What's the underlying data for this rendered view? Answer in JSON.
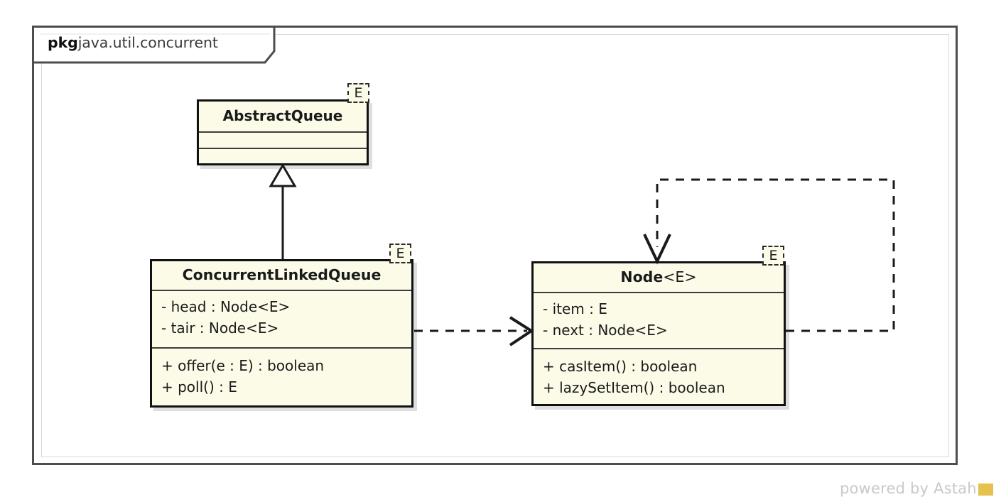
{
  "diagram": {
    "type": "uml-class-diagram",
    "package": {
      "keyword": "pkg",
      "name": "java.util.concurrent"
    },
    "classes": [
      {
        "id": "abstractqueue",
        "name": "AbstractQueue",
        "type_parameter": "E",
        "attributes": [],
        "operations": []
      },
      {
        "id": "concurrentlinkedqueue",
        "name": "ConcurrentLinkedQueue",
        "type_parameter": "E",
        "attributes": [
          "- head : Node<E>",
          "- tair : Node<E>"
        ],
        "operations": [
          "+ offer(e : E) : boolean",
          "+ poll() : E"
        ]
      },
      {
        "id": "node",
        "name": "Node",
        "name_type_args": "<E>",
        "type_parameter": "E",
        "attributes": [
          "- item : E",
          "- next : Node<E>"
        ],
        "operations": [
          "+ casItem() : boolean",
          "+ lazySetItem() : boolean"
        ]
      }
    ],
    "relationships": [
      {
        "id": "generalization-clq-abstractqueue",
        "kind": "generalization",
        "from": "ConcurrentLinkedQueue",
        "to": "AbstractQueue",
        "style": "solid",
        "arrowhead": "hollow-triangle"
      },
      {
        "id": "dependency-clq-node",
        "kind": "dependency",
        "from": "ConcurrentLinkedQueue",
        "to": "Node",
        "style": "dashed",
        "arrowhead": "open"
      },
      {
        "id": "dependency-node-self",
        "kind": "dependency",
        "from": "Node",
        "to": "Node",
        "style": "dashed",
        "arrowhead": "open"
      }
    ],
    "colors": {
      "class_fill": "#fbfbe8",
      "class_border": "#111111",
      "frame_border": "#4d4d4d",
      "inner_frame_border": "#d8d8d8",
      "connector": "#1a1a1a",
      "watermark_text": "#c9c9c9",
      "watermark_badge": "#e6c14d"
    }
  },
  "watermark": {
    "text": "powered by Astah"
  }
}
